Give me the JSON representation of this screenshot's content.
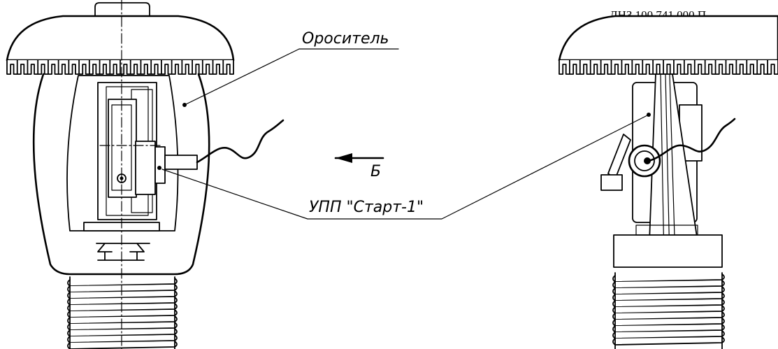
{
  "document_code": "ДНЗ 100.741.000 П",
  "labels": {
    "sprinkler": "Ороситель",
    "view_b": "Б",
    "device": "УПП \"Старт-1\""
  }
}
